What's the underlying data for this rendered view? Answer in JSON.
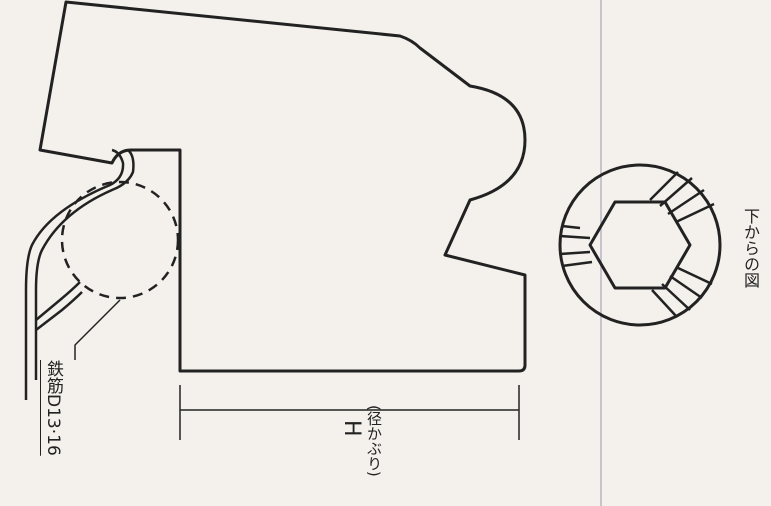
{
  "labels": {
    "rebar": "鉄筋D13·16",
    "dimension_main": "H",
    "dimension_sub": "(径かぶり)",
    "bottom_view": "下からの図"
  },
  "colors": {
    "paper": "#f4f1ec",
    "ink": "#222222",
    "divider": "#b9b3c8"
  }
}
